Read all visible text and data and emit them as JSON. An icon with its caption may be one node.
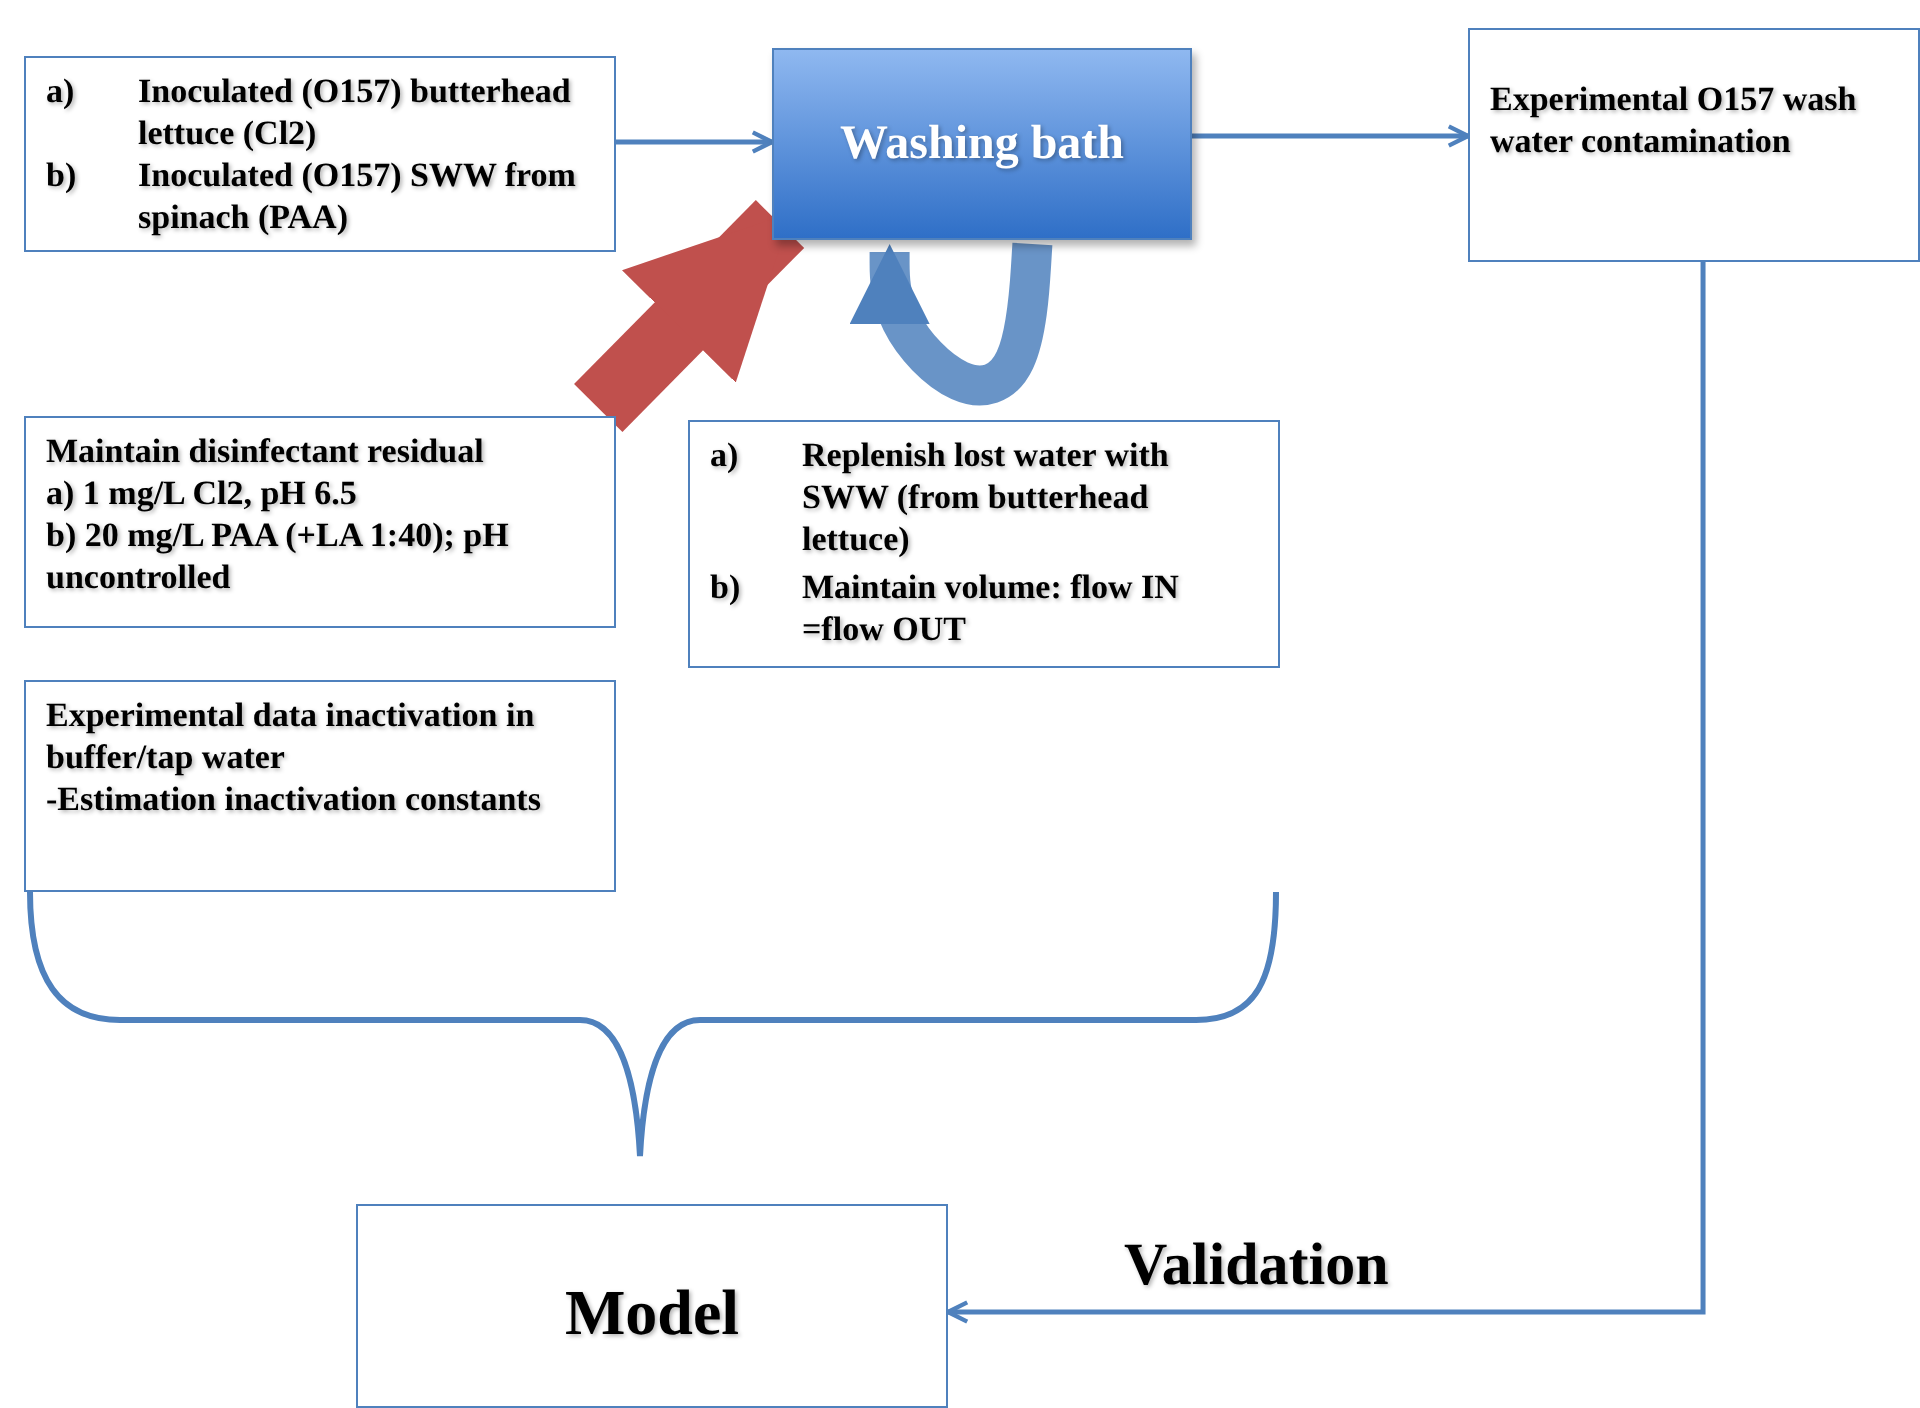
{
  "diagram": {
    "nodes": [
      {
        "text": [
          "a)",
          "Inoculated (O157) butterhead lettuce (Cl2)",
          "b)",
          "Inoculated (O157) SWW from spinach (PAA)"
        ]
      },
      {
        "text": [
          "Washing bath"
        ]
      },
      {
        "text": [
          "Experimental  O157 wash water contamination"
        ]
      },
      {
        "text": [
          "Maintain disinfectant residual",
          "a) 1 mg/L Cl2, pH 6.5",
          "b) 20 mg/L PAA (+LA 1:40); pH uncontrolled"
        ]
      },
      {
        "text": [
          "a)",
          "Replenish lost water with SWW (from butterhead lettuce)",
          "b)",
          "Maintain volume: flow IN =flow OUT"
        ]
      },
      {
        "text": [
          "Experimental data inactivation in buffer/tap water",
          "-Estimation inactivation constants"
        ]
      },
      {
        "text": [
          "Model"
        ]
      }
    ],
    "edges": [
      {
        "from": 0,
        "to": 1,
        "arrow": "to"
      },
      {
        "from": 1,
        "to": 2,
        "arrow": "to"
      },
      {
        "from": 3,
        "to": 1,
        "arrow": "to",
        "style": "thick",
        "color": "#c0504d"
      },
      {
        "from": 1,
        "to": 1,
        "arrow": "to",
        "style": "thick"
      },
      {
        "from": 2,
        "to": 6,
        "arrow": "to",
        "label": "Validation"
      }
    ]
  }
}
